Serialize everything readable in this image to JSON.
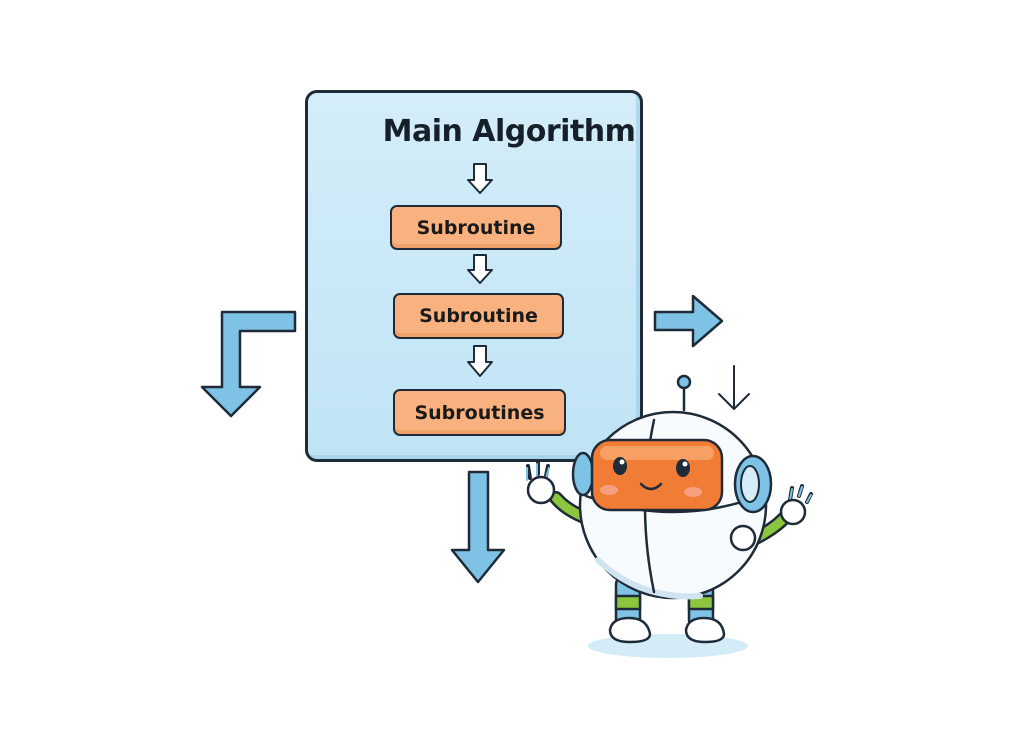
{
  "diagram": {
    "title": "Main Algorithm",
    "steps": [
      {
        "label": "Subroutine"
      },
      {
        "label": "Subroutine"
      },
      {
        "label": "Subroutines"
      }
    ]
  },
  "colors": {
    "main_box_fill": "#c8e7f6",
    "subroutine_fill": "#f9b27f",
    "arrow_fill": "#7ec3e6",
    "outline": "#1f2b38",
    "robot_visor": "#f07c35",
    "robot_accent_green": "#8cc63f",
    "robot_accent_blue": "#7ec3e6"
  },
  "icons": [
    "arrow-down-icon",
    "arrow-right-icon",
    "arrow-turn-down-icon",
    "robot-mascot"
  ]
}
